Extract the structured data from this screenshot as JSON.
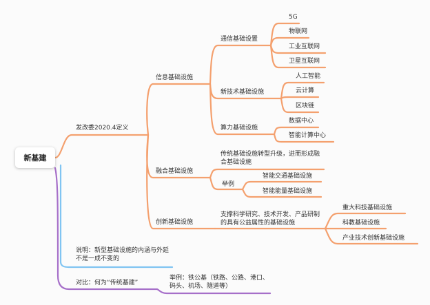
{
  "mindmap": {
    "root": "新基建",
    "branch_ndrc": {
      "label": "发改委2020.4定义",
      "info": {
        "label": "信息基础设施",
        "comm": {
          "label": "通信基础设置",
          "items": [
            "5G",
            "物联网",
            "工业互联网",
            "卫星互联网"
          ]
        },
        "newtech": {
          "label": "新技术基础设施",
          "items": [
            "人工智能",
            "云计算",
            "区块链"
          ]
        },
        "compute": {
          "label": "算力基础设施",
          "items": [
            "数据中心",
            "智能计算中心"
          ]
        }
      },
      "fusion": {
        "label": "融合基础设施",
        "desc": "传统基础设施转型升级，进而形成融合基础设施",
        "example": {
          "label": "举例",
          "items": [
            "智能交通基础设施",
            "智能能量基础设施"
          ]
        }
      },
      "innovation": {
        "label": "创新基础设施",
        "desc": "支撑科学研究、技术开发、产品研制的具有公益属性的基础设施",
        "items": [
          "重大科技基础设施",
          "科教基础设施",
          "产业技术创新基础设施"
        ]
      }
    },
    "note": "说明：新型基础设施的内涵与外延不是一成不变的",
    "contrast": {
      "label": "对比：何为“传统基建”",
      "example": "举例：铁公基（铁路、公路、港口、码头、机场、隧道等）"
    }
  },
  "colors": {
    "orange": "#f4a06e",
    "blue": "#80c4f2",
    "purple": "#a66fc9"
  }
}
